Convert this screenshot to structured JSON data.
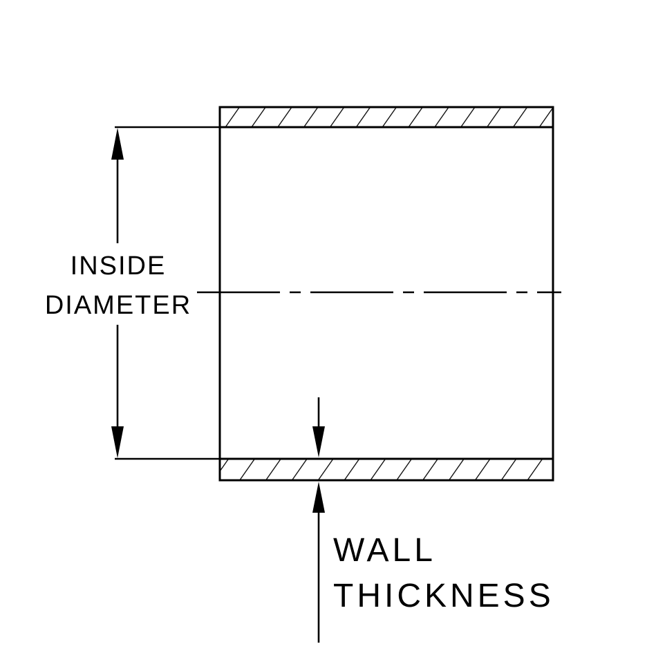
{
  "diagram": {
    "title": "tube-cross-section-dimension-diagram",
    "labels": {
      "inside_line1": "INSIDE",
      "inside_line2": "DIAMETER",
      "wall_line1": "WALL",
      "wall_line2": "THICKNESS"
    },
    "colors": {
      "line": "#000000",
      "background": "#ffffff"
    }
  }
}
